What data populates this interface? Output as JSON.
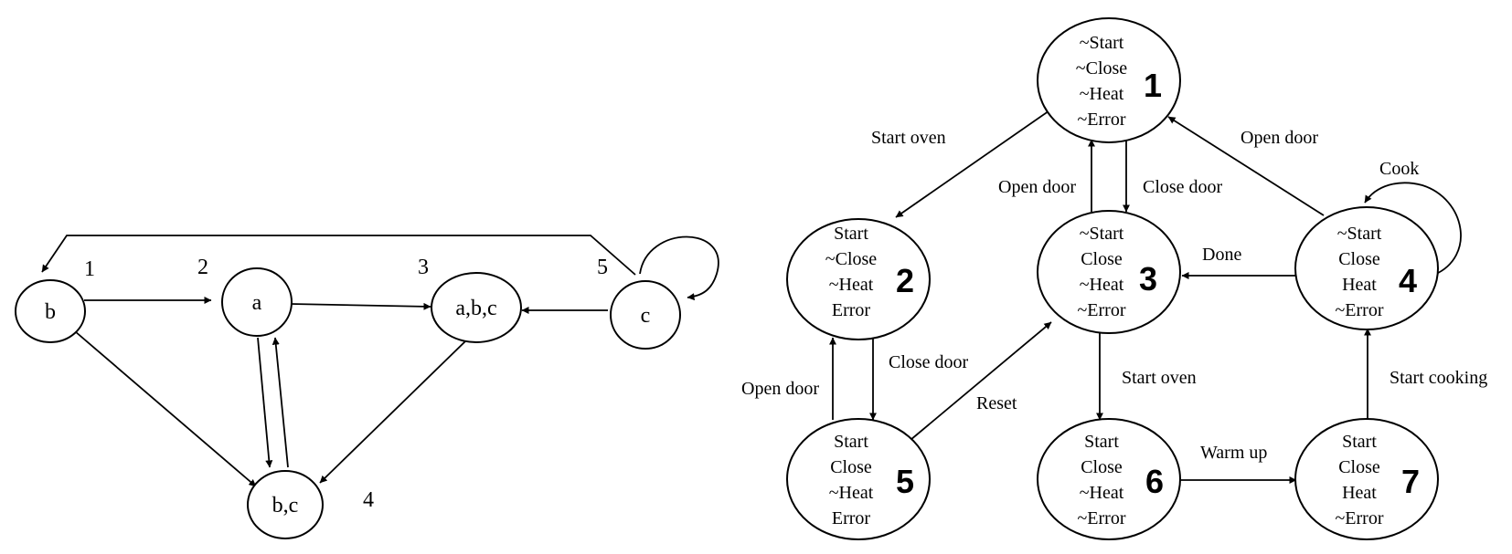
{
  "colors": {
    "ink": "#000000",
    "state_number": "#1a1adb",
    "background": "#ffffff"
  },
  "left_graph": {
    "nodes": [
      {
        "id": "n1",
        "label": "b",
        "number": "1"
      },
      {
        "id": "n2",
        "label": "a",
        "number": "2"
      },
      {
        "id": "n3",
        "label": "a,b,c",
        "number": "3"
      },
      {
        "id": "n4",
        "label": "b,c",
        "number": "4"
      },
      {
        "id": "n5",
        "label": "c",
        "number": "5"
      }
    ],
    "edges": [
      {
        "from": "n1",
        "to": "n2"
      },
      {
        "from": "n2",
        "to": "n3"
      },
      {
        "from": "n5",
        "to": "n3"
      },
      {
        "from": "n1",
        "to": "n4"
      },
      {
        "from": "n2",
        "to": "n4"
      },
      {
        "from": "n4",
        "to": "n2"
      },
      {
        "from": "n3",
        "to": "n4"
      },
      {
        "from": "n5",
        "to": "n1"
      },
      {
        "from": "n5",
        "to": "n5"
      }
    ]
  },
  "right_graph": {
    "states": [
      {
        "id": "s1",
        "number": "1",
        "lines": [
          "~Start",
          "~Close",
          "~Heat",
          "~Error"
        ]
      },
      {
        "id": "s2",
        "number": "2",
        "lines": [
          "Start",
          "~Close",
          "~Heat",
          "Error"
        ]
      },
      {
        "id": "s3",
        "number": "3",
        "lines": [
          "~Start",
          "Close",
          "~Heat",
          "~Error"
        ]
      },
      {
        "id": "s4",
        "number": "4",
        "lines": [
          "~Start",
          "Close",
          "Heat",
          "~Error"
        ]
      },
      {
        "id": "s5",
        "number": "5",
        "lines": [
          "Start",
          "Close",
          "~Heat",
          "Error"
        ]
      },
      {
        "id": "s6",
        "number": "6",
        "lines": [
          "Start",
          "Close",
          "~Heat",
          "~Error"
        ]
      },
      {
        "id": "s7",
        "number": "7",
        "lines": [
          "Start",
          "Close",
          "Heat",
          "~Error"
        ]
      }
    ],
    "transitions": [
      {
        "from": "s1",
        "to": "s2",
        "label": "Start oven"
      },
      {
        "from": "s3",
        "to": "s1",
        "label": "Open door"
      },
      {
        "from": "s1",
        "to": "s3",
        "label": "Close door"
      },
      {
        "from": "s4",
        "to": "s1",
        "label": "Open door"
      },
      {
        "from": "s4",
        "to": "s4",
        "label": "Cook"
      },
      {
        "from": "s4",
        "to": "s3",
        "label": "Done"
      },
      {
        "from": "s2",
        "to": "s5",
        "label": "Close door"
      },
      {
        "from": "s5",
        "to": "s2",
        "label": "Open door"
      },
      {
        "from": "s5",
        "to": "s3",
        "label": "Reset"
      },
      {
        "from": "s3",
        "to": "s6",
        "label": "Start oven"
      },
      {
        "from": "s6",
        "to": "s7",
        "label": "Warm up"
      },
      {
        "from": "s7",
        "to": "s4",
        "label": "Start cooking"
      }
    ]
  }
}
